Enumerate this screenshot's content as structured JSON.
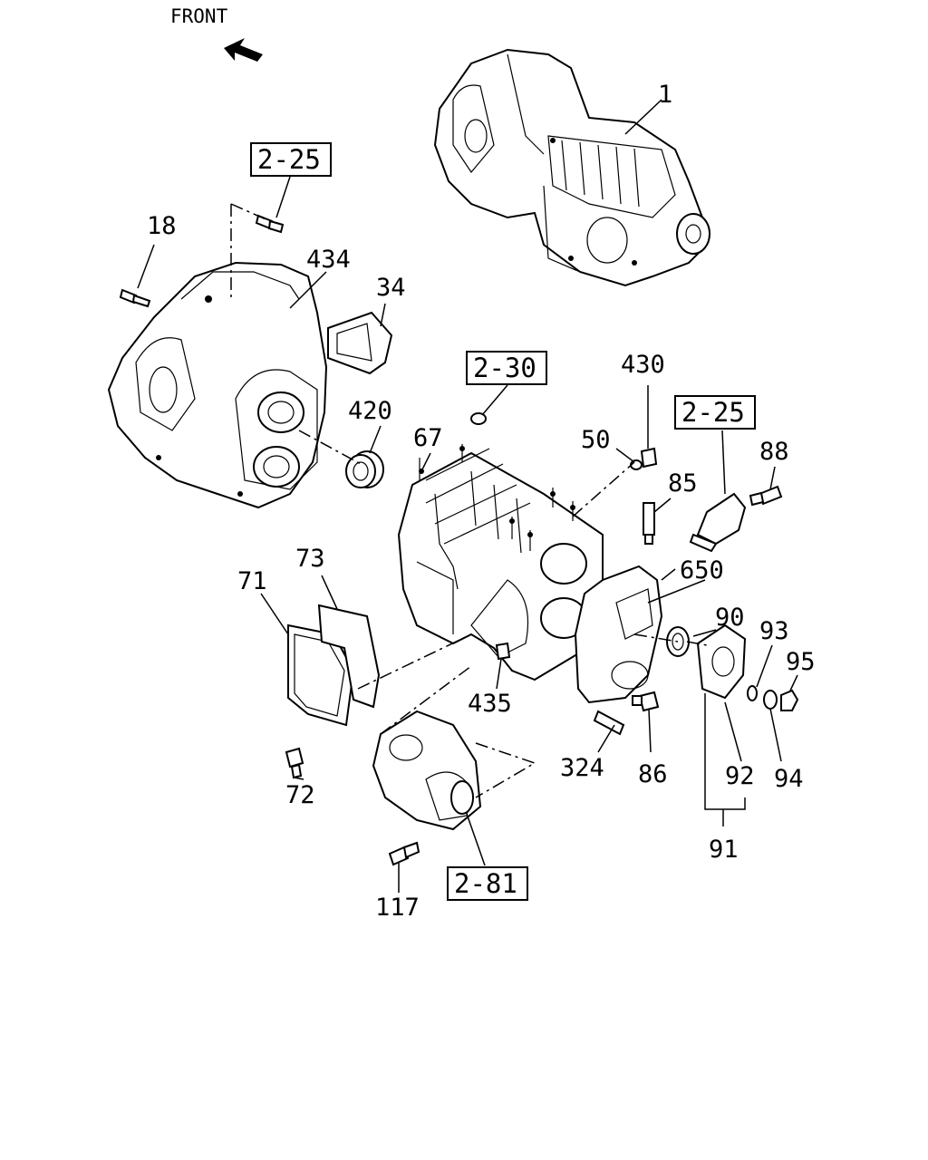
{
  "front_label": "FRONT",
  "ref_boxes": [
    "2-25",
    "2-30",
    "2-25",
    "2-81"
  ],
  "callouts": [
    "1",
    "18",
    "434",
    "34",
    "420",
    "67",
    "430",
    "50",
    "85",
    "88",
    "650",
    "90",
    "93",
    "95",
    "73",
    "71",
    "435",
    "324",
    "86",
    "92",
    "94",
    "72",
    "117",
    "91"
  ]
}
